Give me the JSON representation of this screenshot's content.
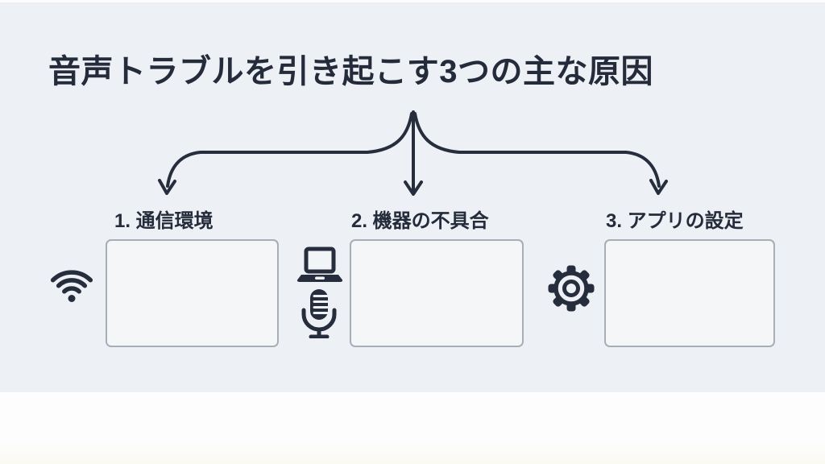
{
  "page": {
    "title": "音声トラブルを引き起こす3つの主な原因"
  },
  "causes": [
    {
      "label": "1. 通信環境",
      "icons": [
        "wifi-icon"
      ]
    },
    {
      "label": "2. 機器の不具合",
      "icons": [
        "laptop-icon",
        "microphone-icon"
      ]
    },
    {
      "label": "3. アプリの設定",
      "icons": [
        "gear-icon"
      ]
    }
  ],
  "colors": {
    "ink": "#262d3c",
    "background": "#edf0f4",
    "card_fill": "#f4f6f8",
    "card_border": "#a8aeb6",
    "bottom_band": "#fdfdfd"
  }
}
